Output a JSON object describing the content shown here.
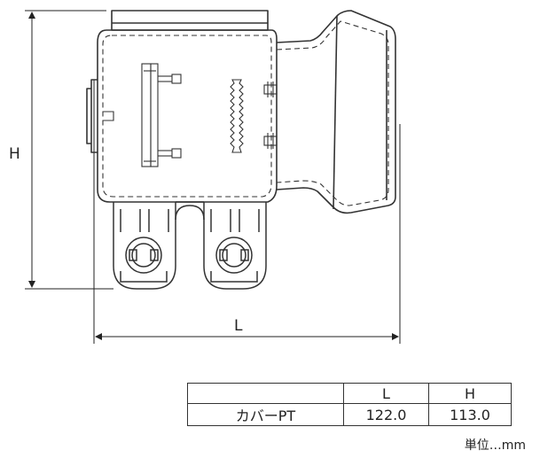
{
  "dimensions": {
    "height_label": "H",
    "length_label": "L"
  },
  "table": {
    "header": [
      "",
      "L",
      "H"
    ],
    "rows": [
      [
        "カバーPT",
        "122.0",
        "113.0"
      ]
    ]
  },
  "unit_note": "単位…mm"
}
